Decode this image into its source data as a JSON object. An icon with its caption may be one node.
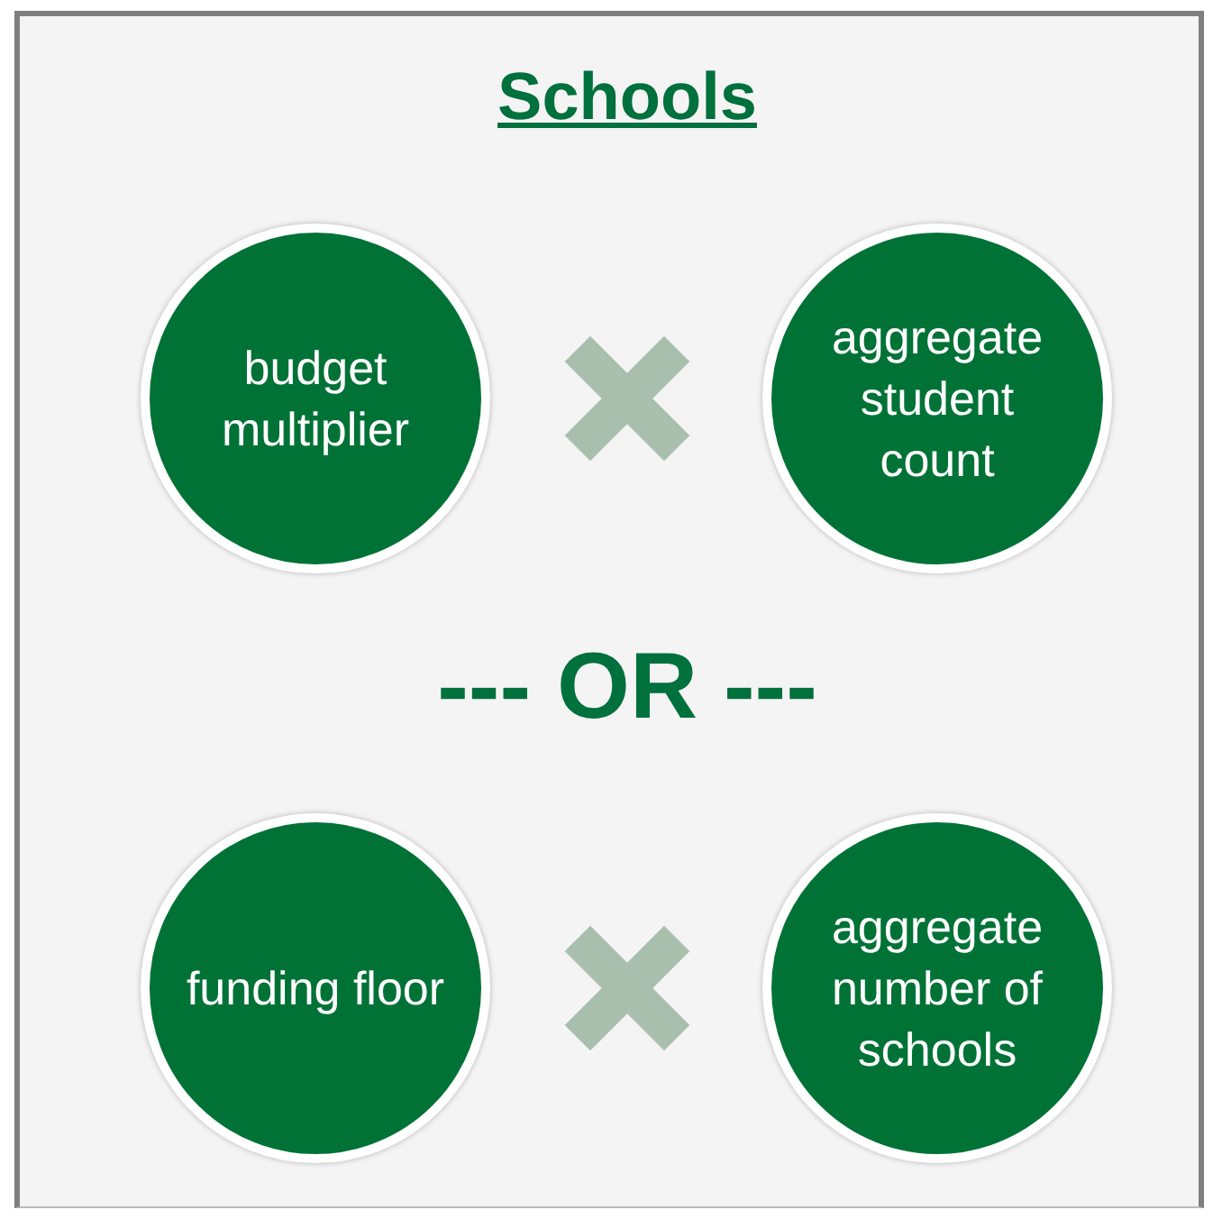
{
  "diagram": {
    "title": "Schools",
    "nodes": [
      {
        "text": [
          "budget multiplier"
        ]
      },
      {
        "text": [
          "aggregate student count"
        ]
      },
      {
        "text": [
          "funding floor"
        ]
      },
      {
        "text": [
          "aggregate number of schools"
        ]
      }
    ],
    "labels": [
      "--- OR ---"
    ]
  }
}
